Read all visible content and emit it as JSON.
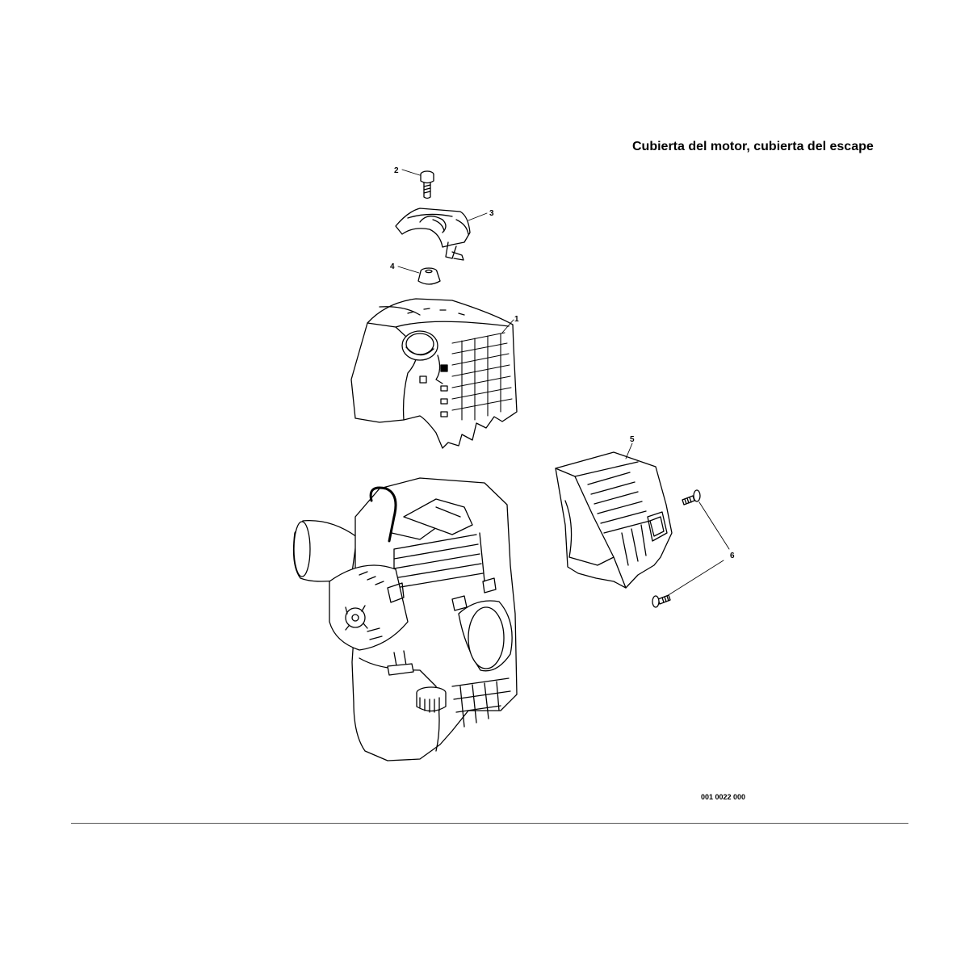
{
  "title": "Cubierta del motor, cubierta del escape",
  "drawing_code": "001 0022 000",
  "callouts": [
    {
      "number": "1",
      "part": "engine-cover"
    },
    {
      "number": "2",
      "part": "top-bolt"
    },
    {
      "number": "3",
      "part": "cover-cap"
    },
    {
      "number": "4",
      "part": "rubber-grommet"
    },
    {
      "number": "5",
      "part": "muffler-guard"
    },
    {
      "number": "6",
      "part": "muffler-guard-bolts"
    }
  ]
}
